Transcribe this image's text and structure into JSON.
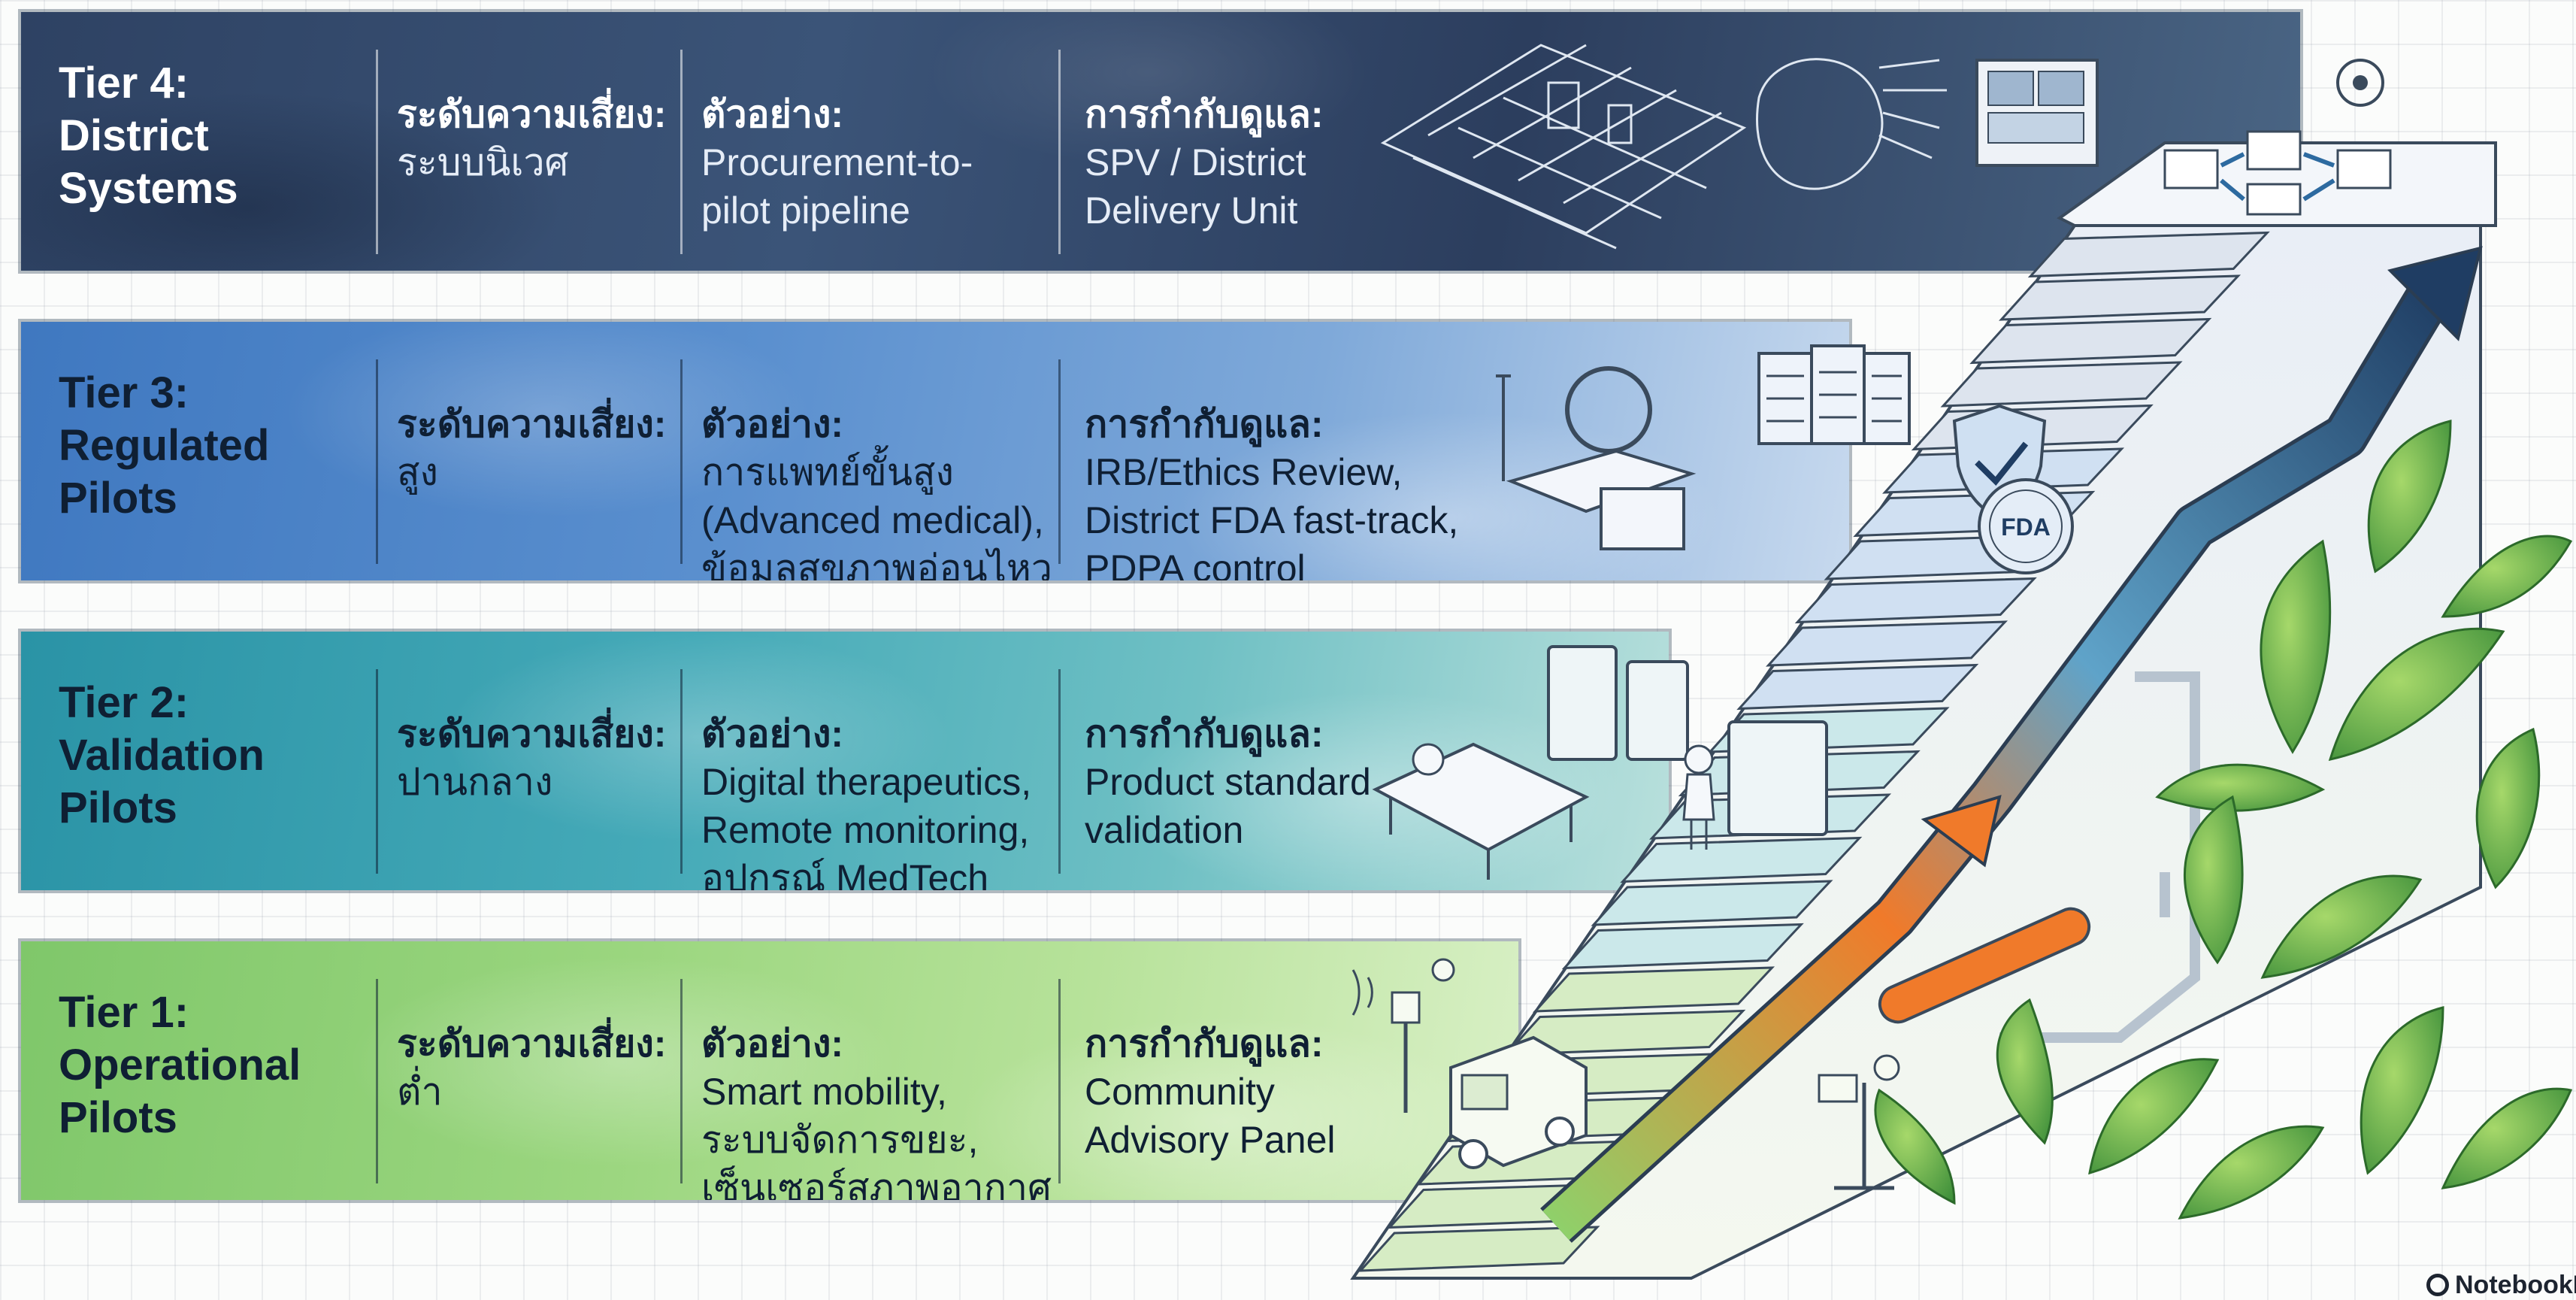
{
  "labels": {
    "risk": "ระดับความเสี่ยง:",
    "example": "ตัวอย่าง:",
    "governance": "การกำกับดูแล:"
  },
  "tiers": [
    {
      "title": "Tier 4:\nDistrict\nSystems",
      "risk": "ระบบนิเวศ",
      "examples": "Procurement-to-\npilot pipeline",
      "governance": "SPV / District\nDelivery Unit"
    },
    {
      "title": "Tier 3:\nRegulated\nPilots",
      "risk": "สูง",
      "examples": "การแพทย์ขั้นสูง\n(Advanced medical),\nข้อมูลสุขภาพอ่อนไหว",
      "governance": "IRB/Ethics Review,\nDistrict FDA fast-track,\nPDPA control"
    },
    {
      "title": "Tier 2:\nValidation\nPilots",
      "risk": "ปานกลาง",
      "examples": "Digital therapeutics,\nRemote monitoring,\nอุปกรณ์ MedTech",
      "governance": "Product standard\nvalidation"
    },
    {
      "title": "Tier 1:\nOperational\nPilots",
      "risk": "ต่ำ",
      "examples": "Smart mobility,\nระบบจัดการขยะ,\nเซ็นเซอร์สภาพอากาศ",
      "governance": "Community\nAdvisory Panel"
    }
  ],
  "badge": {
    "fda": "FDA"
  },
  "brand": "NotebookLM",
  "icons": [
    "city-map-icon",
    "network-icon",
    "control-room-icon",
    "process-cycle-icon",
    "server-rack-icon",
    "shield-check-icon",
    "fda-seal-icon",
    "medical-equipment-icon",
    "patient-bed-icon",
    "tablet-icon",
    "doctor-icon",
    "robot-delivery-icon",
    "sensor-pole-icon",
    "weather-station-icon",
    "plant-foliage-icon",
    "arrow-up-icon"
  ],
  "colors": {
    "tier4": "#2e4263",
    "tier3": "#5b90cf",
    "tier2": "#45aab8",
    "tier1": "#9bd67f",
    "arrow_top": "#1f3d63",
    "arrow_bottom": "#8fd06a",
    "accent_orange": "#f07a2a"
  }
}
